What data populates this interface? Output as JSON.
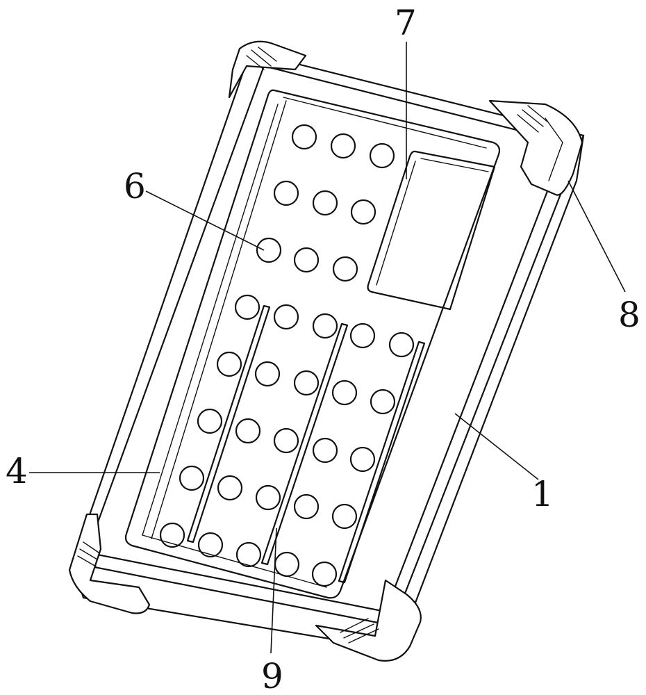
{
  "labels": {
    "l1": "1",
    "l4": "4",
    "l6": "6",
    "l7": "7",
    "l8": "8",
    "l9": "9"
  }
}
